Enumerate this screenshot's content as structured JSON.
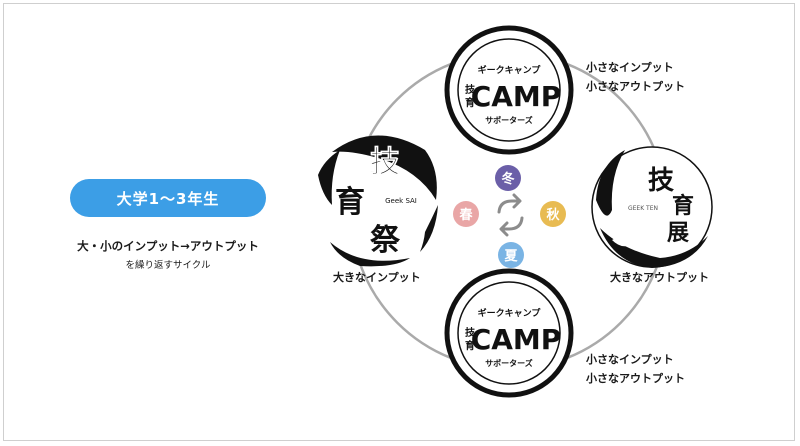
{
  "left_panel": {
    "badge_label": "大学1〜3年生",
    "cycle_title": "大・小のインプット→アウトプット",
    "cycle_note": "を繰り返すサイクル"
  },
  "events": {
    "camp_top": {
      "kana": "ギークキャンプ",
      "kanji_1": "技",
      "kanji_2": "育",
      "logo_word": "CAMP",
      "sub": "サポーターズ",
      "caption_1": "小さなインプット",
      "caption_2": "小さなアウトプット"
    },
    "sai": {
      "kanji_1": "技",
      "kanji_2": "育",
      "kanji_3": "祭",
      "roman": "Geek SAI",
      "caption": "大きなインプット"
    },
    "ten": {
      "kanji_1": "技",
      "kanji_2": "育",
      "kanji_3": "展",
      "roman": "GEEK TEN",
      "caption": "大きなアウトプット"
    },
    "camp_bottom": {
      "kana": "ギークキャンプ",
      "kanji_1": "技",
      "kanji_2": "育",
      "logo_word": "CAMP",
      "sub": "サポーターズ",
      "caption_1": "小さなインプット",
      "caption_2": "小さなアウトプット"
    }
  },
  "seasons": {
    "winter": {
      "label": "冬",
      "color": "#6b5fa8"
    },
    "spring": {
      "label": "春",
      "color": "#e9a6a6"
    },
    "autumn": {
      "label": "秋",
      "color": "#e8bb52"
    },
    "summer": {
      "label": "夏",
      "color": "#7ab4e4"
    }
  },
  "colors": {
    "accent": "#3c9ee6",
    "ring": "#aaaaaa",
    "cycle_arrow": "#8c8c8c",
    "logo_ink": "#111111"
  },
  "icons": {
    "cycle": "refresh-cycle-icon"
  }
}
